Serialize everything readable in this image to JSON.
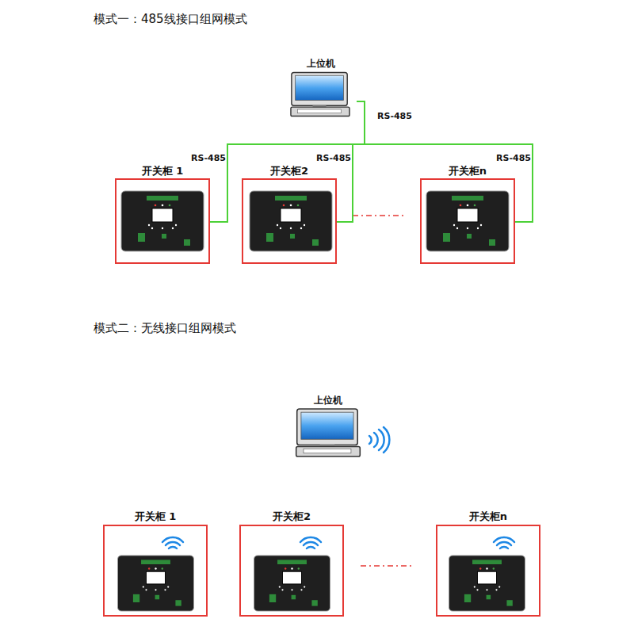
{
  "diagram": {
    "nodes": [
      {
        "text": [
          "上位机"
        ]
      },
      {
        "text": [
          "开关柜 1"
        ]
      },
      {
        "text": [
          "开关柜2"
        ]
      },
      {
        "text": [
          "开关柜n"
        ]
      },
      {
        "text": [
          "上位机"
        ]
      },
      {
        "text": [
          "开关柜 1"
        ]
      },
      {
        "text": [
          "开关柜2"
        ]
      },
      {
        "text": [
          "开关柜n"
        ]
      }
    ],
    "edges": [
      {
        "from": 0,
        "to": 1,
        "arrow": "none",
        "label": "RS-485"
      },
      {
        "from": 0,
        "to": 2,
        "arrow": "none",
        "label": "RS-485"
      },
      {
        "from": 0,
        "to": 3,
        "arrow": "none",
        "label": "RS-485"
      }
    ],
    "labels": [
      "模式一：485线接口组网模式",
      "RS-485",
      "模式二：无线接口组网模式"
    ]
  }
}
